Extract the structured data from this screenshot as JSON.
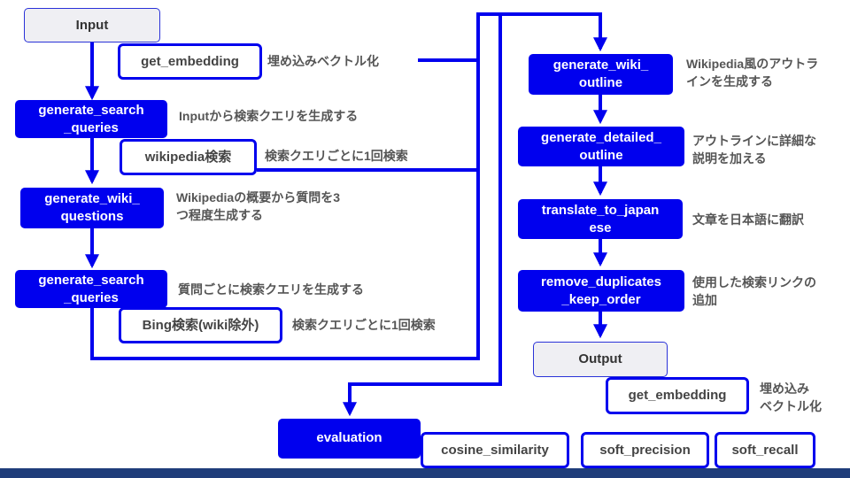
{
  "colors": {
    "accent": "#0000ee",
    "input_fill": "#efeff3",
    "footer": "#1f3d7a",
    "note_text": "#555555"
  },
  "left": {
    "input": "Input",
    "get_embedding": "get_embedding",
    "get_embedding_note": "埋め込みベクトル化",
    "gen_search_1": "generate_search\n_queries",
    "gen_search_1_note": "Inputから検索クエリを生成する",
    "wiki_search": "wikipedia検索",
    "wiki_search_note": "検索クエリごとに1回検索",
    "gen_wiki_questions": "generate_wiki_\nquestions",
    "gen_wiki_questions_note": "Wikipediaの概要から質問を3\nつ程度生成する",
    "gen_search_2": "generate_search\n_queries",
    "gen_search_2_note": "質問ごとに検索クエリを生成する",
    "bing_search": "Bing検索(wiki除外)",
    "bing_search_note": "検索クエリごとに1回検索"
  },
  "right": {
    "gen_outline": "generate_wiki_\noutline",
    "gen_outline_note": "Wikipedia風のアウトラ\nインを生成する",
    "gen_detailed": "generate_detailed_\noutline",
    "gen_detailed_note": "アウトラインに詳細な\n説明を加える",
    "translate": "translate_to_japan\nese",
    "translate_note": "文章を日本語に翻訳",
    "remove_dup": "remove_duplicates\n_keep_order",
    "remove_dup_note": "使用した検索リンクの\n追加",
    "output": "Output",
    "out_embedding": "get_embedding",
    "out_embedding_note": "埋め込み\nベクトル化"
  },
  "bottom": {
    "evaluation": "evaluation",
    "cosine": "cosine_similarity",
    "precision": "soft_precision",
    "recall": "soft_recall"
  }
}
